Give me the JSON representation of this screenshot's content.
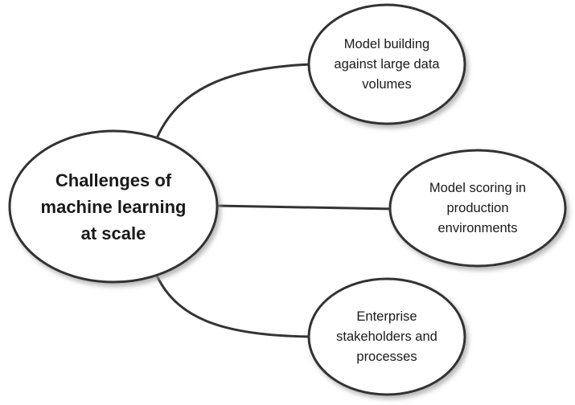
{
  "center": {
    "lines": [
      "Challenges of",
      "machine learning",
      "at scale"
    ]
  },
  "branches": [
    {
      "lines": [
        "Model building",
        "against large data",
        "volumes"
      ]
    },
    {
      "lines": [
        "Model scoring in",
        "production",
        "environments"
      ]
    },
    {
      "lines": [
        "Enterprise",
        "stakeholders and",
        "processes"
      ]
    }
  ],
  "colors": {
    "stroke": "#333333",
    "fill": "#ffffff",
    "shadow": "#9a9a9a",
    "text": "#1a1a1a"
  }
}
